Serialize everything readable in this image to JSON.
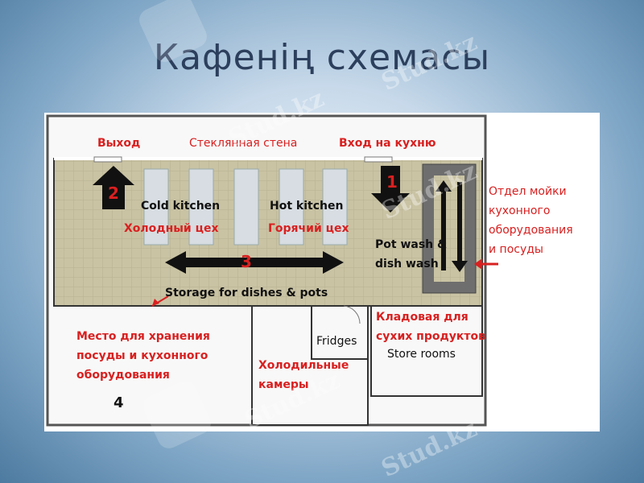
{
  "title": "Кафенің схемасы",
  "watermark": "Stud.kz",
  "colors": {
    "title": "#2c3f5c",
    "red_labels": "#d92020",
    "floor": "#c9c3a4",
    "walls": "#ffffff",
    "station": "#d7dde2",
    "arrow": "#111111",
    "wash_area": "#6e6e6e"
  },
  "labels": {
    "exit": "Выход",
    "glass_wall": "Стеклянная стена",
    "kitchen_entrance": "Вход на кухню",
    "marker_1": "1",
    "marker_2": "2",
    "marker_3": "3",
    "marker_4": "4",
    "cold_kitchen_en": "Cold kitchen",
    "cold_kitchen_ru": "Холодный цех",
    "hot_kitchen_en": "Hot kitchen",
    "hot_kitchen_ru": "Горячий цех",
    "pot_wash_en_line1": "Pot wash &",
    "pot_wash_en_line2": "dish wash",
    "wash_dept_line1": "Отдел мойки",
    "wash_dept_line2": "кухонного",
    "wash_dept_line3": "оборудования",
    "wash_dept_line4": "и посуды",
    "storage_en": "Storage for dishes & pots",
    "storage_ru_line1": "Место для хранения",
    "storage_ru_line2": "посуды и кухонного",
    "storage_ru_line3": "оборудования",
    "fridges": "Fridges",
    "cold_chambers_line1": "Холодильные",
    "cold_chambers_line2": "камеры",
    "dry_storage_line1": "Кладовая для",
    "dry_storage_line2": "сухих продуктов",
    "store_rooms": "Store rooms"
  }
}
